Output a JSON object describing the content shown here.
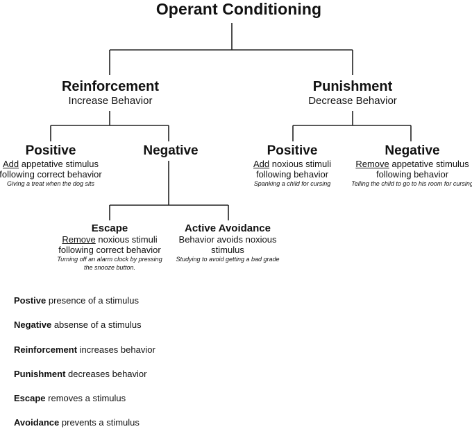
{
  "title": "Operant Conditioning",
  "reinforcement": {
    "label": "Reinforcement",
    "sub": "Increase Behavior",
    "positive": {
      "label": "Positive",
      "verb": "Add",
      "line1_rest": "appetative stimulus",
      "line2": "following correct behavior",
      "example": "Giving a treat when the dog sits"
    },
    "negative": {
      "label": "Negative",
      "escape": {
        "label": "Escape",
        "verb": "Remove",
        "line1_rest": "noxious stimuli",
        "line2": "following correct behavior",
        "example1": "Turning off an alarm clock by pressing",
        "example2": "the snooze button."
      },
      "avoidance": {
        "label": "Active Avoidance",
        "line1": "Behavior avoids noxious",
        "line2": "stimulus",
        "example": "Studying to avoid getting a bad grade"
      }
    }
  },
  "punishment": {
    "label": "Punishment",
    "sub": "Decrease Behavior",
    "positive": {
      "label": "Positive",
      "verb": "Add",
      "line1_rest": "noxious stimuli",
      "line2": "following behavior",
      "example": "Spanking a child for cursing"
    },
    "negative": {
      "label": "Negative",
      "verb": "Remove",
      "line1_rest": "appetative stimulus",
      "line2": "following behavior",
      "example": "Telling the child to go to his room for cursing"
    }
  },
  "legend": [
    {
      "term": "Postive",
      "def": "presence of a stimulus"
    },
    {
      "term": "Negative",
      "def": "absense of a stimulus"
    },
    {
      "term": "Reinforcement",
      "def": "increases behavior"
    },
    {
      "term": "Punishment",
      "def": "decreases behavior"
    },
    {
      "term": "Escape",
      "def": "removes a stimulus"
    },
    {
      "term": "Avoidance",
      "def": "prevents a stimulus"
    }
  ]
}
